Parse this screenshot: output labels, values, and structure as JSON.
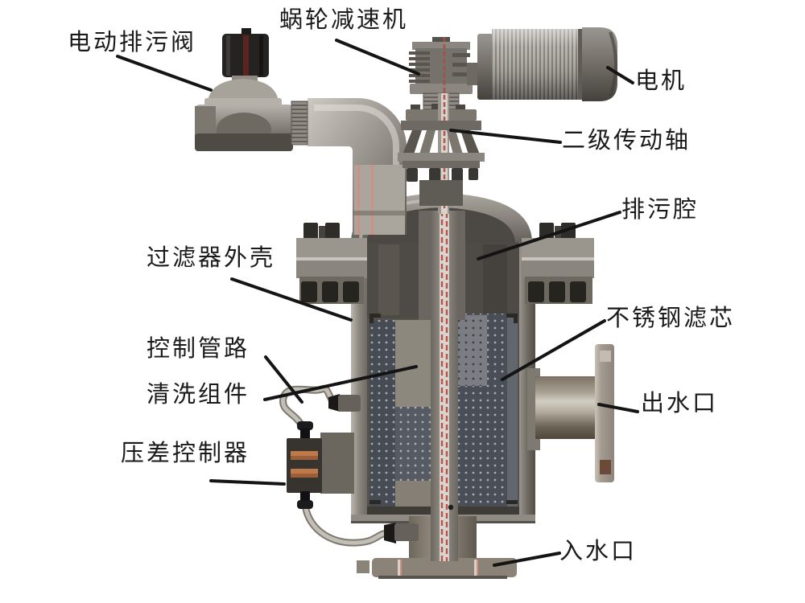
{
  "figure": {
    "kind": "cutaway-technical-diagram",
    "background_color": "#ffffff",
    "label_text_color": "#1a1a1a",
    "leader_line_color": "#141414"
  },
  "labels": [
    {
      "id": "electric-drain-valve",
      "text": "电动排污阀"
    },
    {
      "id": "worm-gear-reducer",
      "text": "蜗轮减速机"
    },
    {
      "id": "motor",
      "text": "电机"
    },
    {
      "id": "secondary-drive-shaft",
      "text": "二级传动轴"
    },
    {
      "id": "drain-chamber",
      "text": "排污腔"
    },
    {
      "id": "filter-housing",
      "text": "过滤器外壳"
    },
    {
      "id": "control-pipeline",
      "text": "控制管路"
    },
    {
      "id": "cleaning-assembly",
      "text": "清洗组件"
    },
    {
      "id": "pressure-differential-controller",
      "text": "压差控制器"
    },
    {
      "id": "stainless-steel-filter-element",
      "text": "不锈钢滤芯"
    },
    {
      "id": "water-outlet",
      "text": "出水口"
    },
    {
      "id": "water-inlet",
      "text": "入水口"
    }
  ],
  "colors": {
    "metal_light": "#c9c5be",
    "metal_mid": "#8d8781",
    "metal_dark": "#55504a",
    "screen_panel": "#4a4e56",
    "copper_bar": "#c07a4a",
    "shaft_stripe_red": "#b8544b",
    "valve_coil_black": "#242322"
  }
}
